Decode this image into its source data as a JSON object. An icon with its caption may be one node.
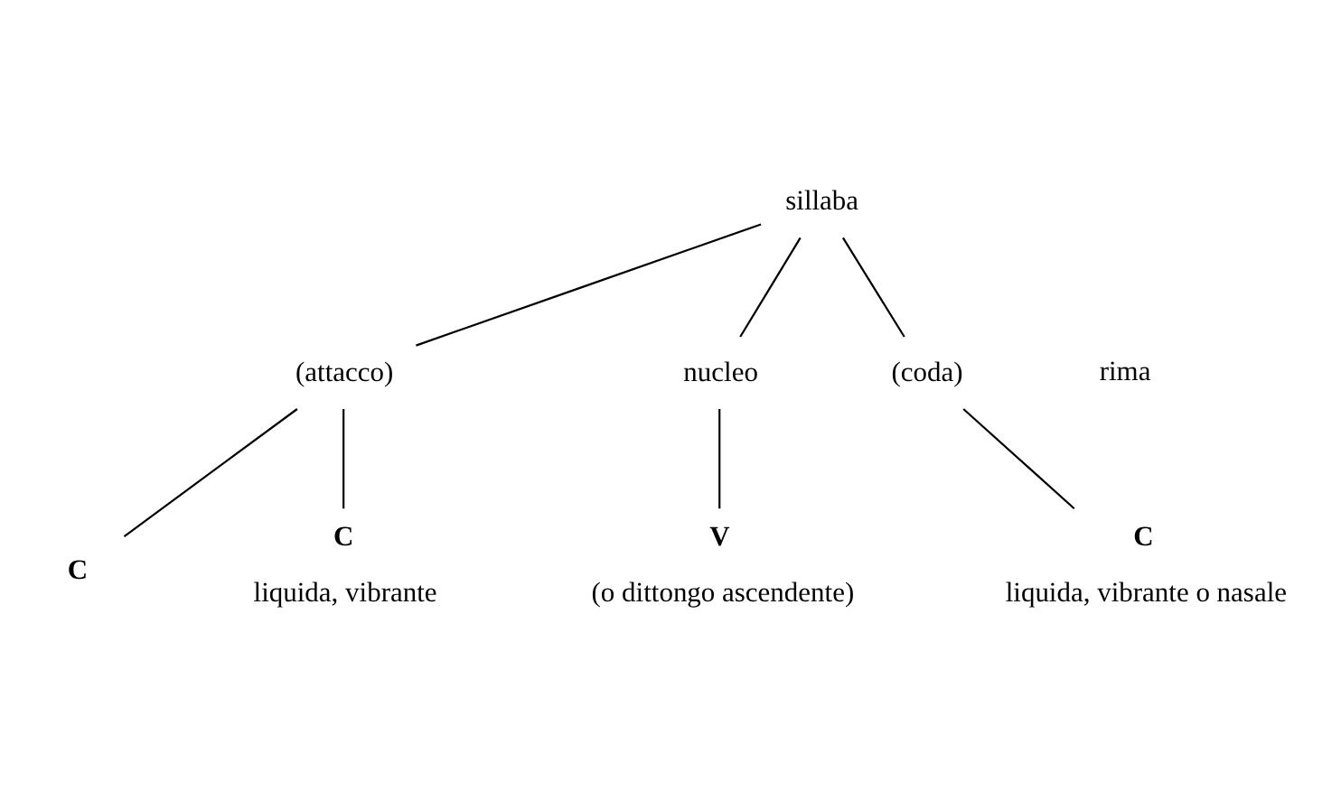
{
  "diagram": {
    "nodes": [
      {
        "text": [
          "sillaba"
        ]
      },
      {
        "text": [
          "(attacco)"
        ]
      },
      {
        "text": [
          "nucleo"
        ]
      },
      {
        "text": [
          "(coda)"
        ]
      },
      {
        "text": [
          "C"
        ]
      },
      {
        "text": [
          "C"
        ],
        "beside": [
          "liquida, vibrante"
        ]
      },
      {
        "text": [
          "V"
        ],
        "beside": [
          "(o dittongo ascendente)"
        ]
      },
      {
        "text": [
          "C"
        ],
        "beside": [
          "liquida, vibrante o nasale"
        ]
      }
    ],
    "edges": [
      {
        "from": 0,
        "to": 1,
        "arrow": "none"
      },
      {
        "from": 0,
        "to": 2,
        "arrow": "none"
      },
      {
        "from": 0,
        "to": 3,
        "arrow": "none"
      },
      {
        "from": 1,
        "to": 4,
        "arrow": "none"
      },
      {
        "from": 1,
        "to": 5,
        "arrow": "none"
      },
      {
        "from": 2,
        "to": 6,
        "arrow": "none"
      },
      {
        "from": 3,
        "to": 7,
        "arrow": "none"
      }
    ],
    "labels": [
      "rima"
    ]
  }
}
